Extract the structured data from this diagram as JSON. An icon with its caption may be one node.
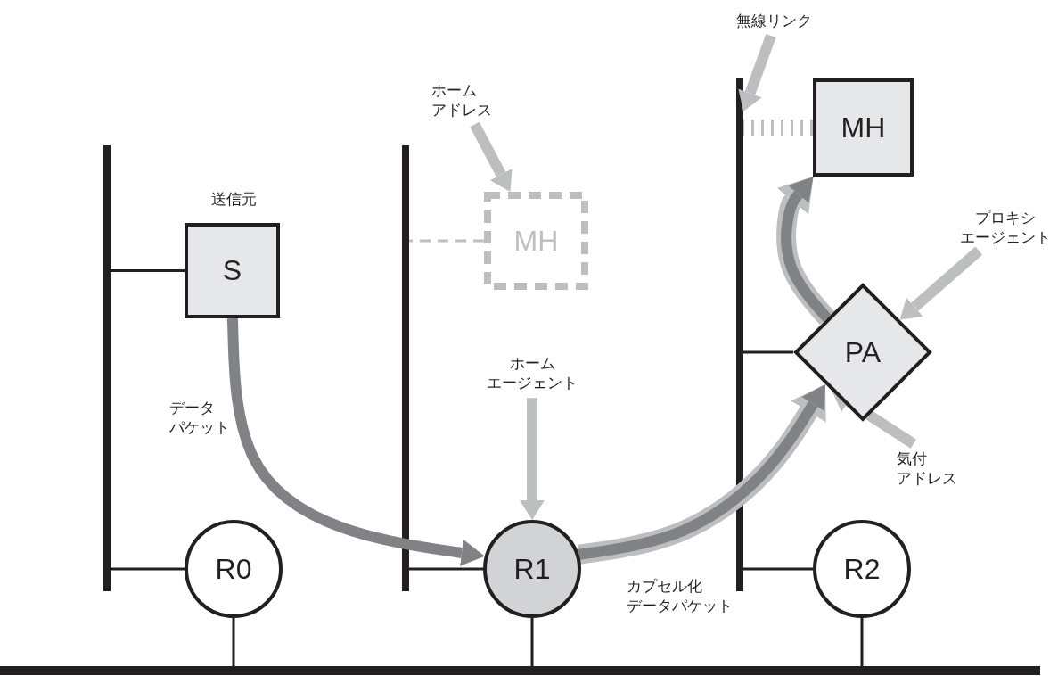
{
  "diagram": {
    "nodes": [
      {
        "text": [
          "無線リンク"
        ]
      },
      {
        "text": [
          "MH"
        ]
      },
      {
        "text": [
          "ホームアドレス"
        ]
      },
      {
        "text": [
          "MH"
        ]
      },
      {
        "text": [
          "S"
        ],
        "beside": [
          "送信元"
        ]
      },
      {
        "text": [
          "プロキシエージェント"
        ]
      },
      {
        "text": [
          "PA"
        ]
      },
      {
        "text": [
          "ホームエージェント"
        ]
      },
      {
        "text": [
          "気付アドレス"
        ]
      },
      {
        "text": [
          "R0"
        ]
      },
      {
        "text": [
          "R1"
        ]
      },
      {
        "text": [
          "R2"
        ]
      },
      {
        "text": [],
        "shape": "bar"
      },
      {
        "text": [],
        "shape": "bar"
      },
      {
        "text": [],
        "shape": "bar"
      },
      {
        "text": [],
        "shape": "bar"
      }
    ],
    "edges": [
      {
        "from": 0,
        "to": 14,
        "arrow": "to",
        "style": "thick",
        "color": "#bcbec0"
      },
      {
        "from": 2,
        "to": 3,
        "arrow": "to",
        "style": "thick",
        "color": "#bcbec0"
      },
      {
        "from": 5,
        "to": 6,
        "arrow": "to",
        "style": "thick",
        "color": "#bcbec0"
      },
      {
        "from": 7,
        "to": 10,
        "arrow": "to",
        "style": "thick",
        "color": "#bcbec0"
      },
      {
        "from": 8,
        "to": 6,
        "arrow": "to",
        "style": "thick",
        "color": "#bcbec0"
      },
      {
        "from": 4,
        "to": 10,
        "arrow": "to",
        "style": "thick",
        "color": "#808285",
        "label": "データパケット"
      },
      {
        "from": 10,
        "to": 6,
        "arrow": "to",
        "style": "thick",
        "color": "#808285",
        "label": "カプセル化データパケット"
      },
      {
        "from": 6,
        "to": 1,
        "arrow": "to",
        "style": "thick",
        "color": "#808285"
      },
      {
        "from": 1,
        "to": 14,
        "arrow": "none",
        "style": "dashed",
        "color": "#bcbec0"
      },
      {
        "from": 4,
        "to": 12,
        "arrow": "none"
      },
      {
        "from": 9,
        "to": 12,
        "arrow": "none"
      },
      {
        "from": 3,
        "to": 13,
        "arrow": "none",
        "style": "dashed",
        "color": "#bcbec0"
      },
      {
        "from": 10,
        "to": 13,
        "arrow": "none"
      },
      {
        "from": 6,
        "to": 14,
        "arrow": "none"
      },
      {
        "from": 11,
        "to": 14,
        "arrow": "none"
      },
      {
        "from": 9,
        "to": 15,
        "arrow": "none"
      },
      {
        "from": 10,
        "to": 15,
        "arrow": "none"
      },
      {
        "from": 11,
        "to": 15,
        "arrow": "none"
      }
    ]
  }
}
